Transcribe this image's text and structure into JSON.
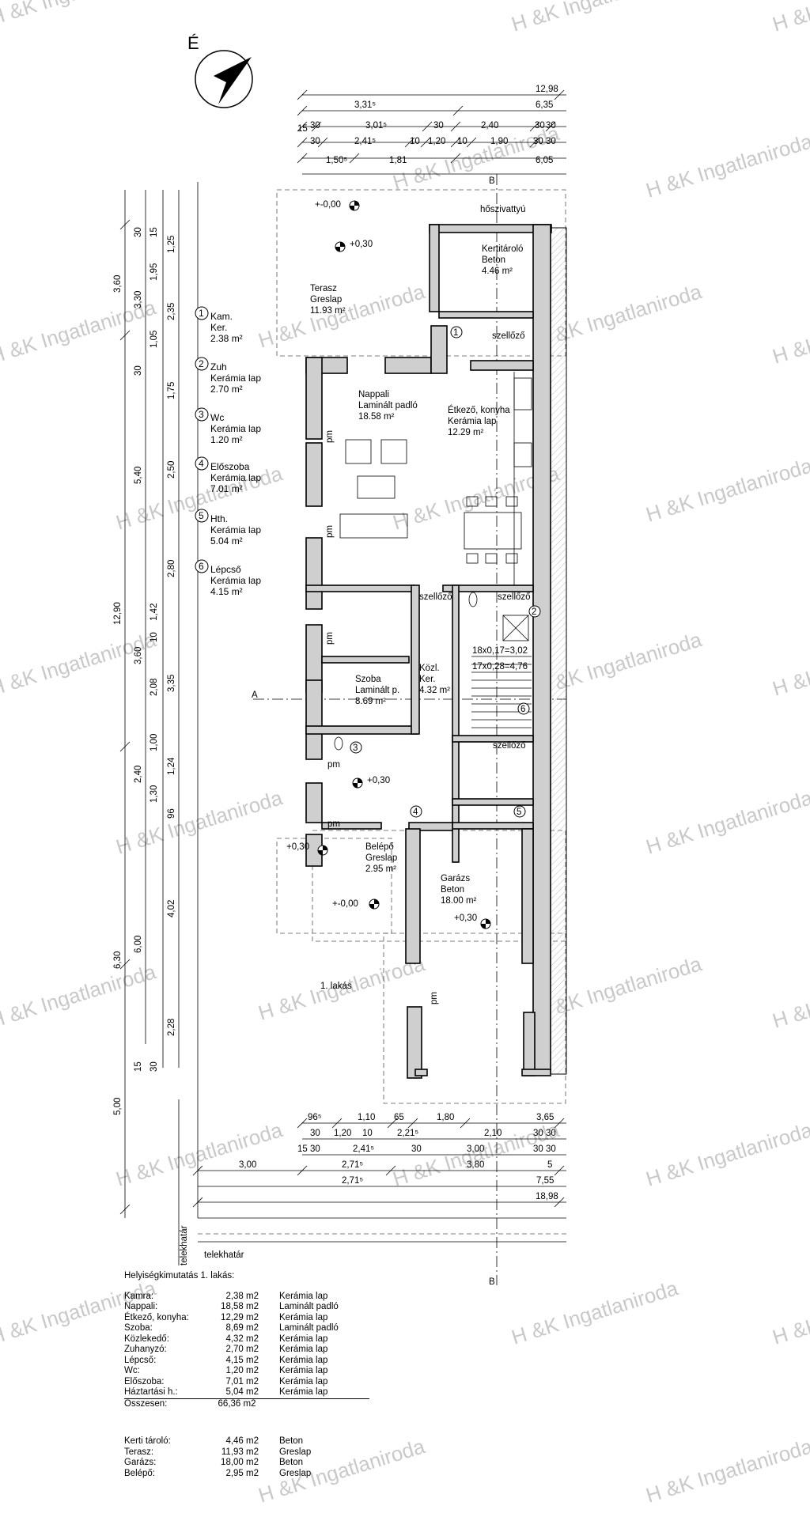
{
  "watermark": "H &K Ingatlaniroda",
  "north_label": "É",
  "colors": {
    "wall_fill": "#cfcfcf",
    "watermark": "#c9c9c9"
  },
  "icons": [
    "north-arrow-icon",
    "level-marker-icon",
    "kitchen-sink-icon",
    "stove-icon",
    "toilet-icon",
    "sofa-icon",
    "armchair-icon",
    "table-icon"
  ],
  "top_dims": {
    "row1": [
      "12,98"
    ],
    "row2": [
      "3,31⁵",
      "6,35"
    ],
    "row3": [
      "15",
      "30",
      "3,01⁵",
      "30",
      "2,40",
      "30",
      "30",
      "30"
    ],
    "row4": [
      "30",
      "2,41⁵",
      "10",
      "1,20",
      "10",
      "1,90",
      "30",
      "30"
    ],
    "row5": [
      "1,50⁵",
      "1,81",
      "6,05"
    ]
  },
  "left_dims": {
    "outer": [
      "3,60",
      "12,90",
      "6,30",
      "5,00"
    ],
    "mid": [
      "3,30",
      "5,40",
      "3,60",
      "2,40",
      "6,00"
    ],
    "inner": [
      "30",
      "15",
      "1,95",
      "2,35",
      "1,75",
      "2,50",
      "2,80",
      "1,42",
      "2,08",
      "3,35",
      "1,00",
      "1,24",
      "96",
      "4,02",
      "2,28",
      "1,25",
      "1,05",
      "30",
      "10",
      "1,30",
      "15",
      "30"
    ]
  },
  "legend": [
    {
      "num": "1",
      "name": "Kam.",
      "name2": "Ker.",
      "area": "2.38 m²"
    },
    {
      "num": "2",
      "name": "Zuh",
      "name2": "Kerámia lap",
      "area": "2.70 m²"
    },
    {
      "num": "3",
      "name": "Wc",
      "name2": "Kerámia lap",
      "area": "1.20 m²"
    },
    {
      "num": "4",
      "name": "Előszoba",
      "name2": "Kerámia lap",
      "area": "7.01 m²"
    },
    {
      "num": "5",
      "name": "Hth.",
      "name2": "Kerámia lap",
      "area": "5.04 m²"
    },
    {
      "num": "6",
      "name": "Lépcső",
      "name2": "Kerámia lap",
      "area": "4.15 m²"
    }
  ],
  "rooms": {
    "terasz": {
      "name": "Terasz",
      "floor": "Greslap",
      "area": "11.93 m²"
    },
    "kerti_tarolo": {
      "name": "Kertitároló",
      "floor": "Beton",
      "area": "4.46 m²"
    },
    "nappali": {
      "name": "Nappali",
      "floor": "Laminált padló",
      "area": "18.58 m²"
    },
    "etkezo": {
      "name": "Étkező, konyha",
      "floor": "Kerámia lap",
      "area": "12.29 m²"
    },
    "szoba": {
      "name": "Szoba",
      "floor": "Laminált p.",
      "area": "8.69 m²"
    },
    "kozl": {
      "name": "Közl.",
      "floor": "Ker.",
      "area": "4.32 m²"
    },
    "belepo": {
      "name": "Belépő",
      "floor": "Greslap",
      "area": "2.95 m²"
    },
    "garazs": {
      "name": "Garázs",
      "floor": "Beton",
      "area": "18.00 m²"
    }
  },
  "labels": {
    "hoszivattyu": "hőszivattyú",
    "szellozo": "szellőző",
    "first_flat": "1. lakás",
    "telekhatar": "telekhatár",
    "section_a": "A",
    "section_b": "B",
    "stairs1": "18x0,17=3,02",
    "stairs2": "17x0,28=4,76",
    "levels": [
      "+-0,00",
      "+0,30",
      "+0,30",
      "+0,30",
      "+0,30",
      "+-0,00"
    ],
    "pm": "pm"
  },
  "bottom_dims": {
    "row1": [
      "96⁵",
      "1,10",
      "65",
      "1,80",
      "3,65"
    ],
    "row2": [
      "30",
      "1,20",
      "10",
      "2,21⁵",
      "2,10",
      "30",
      "30"
    ],
    "row3": [
      "15",
      "30",
      "2,41⁵",
      "30",
      "3,00",
      "30",
      "30"
    ],
    "row4": [
      "3,00",
      "2,71⁵",
      "3,80",
      "5"
    ],
    "row5": [
      "2,71⁵",
      "7,55"
    ],
    "row6": [
      "18,98"
    ]
  },
  "schedule": {
    "title": "Helyiségkimutatás 1. lakás:",
    "rows": [
      [
        "Kamra:",
        "2,38 m2",
        "Kerámia lap"
      ],
      [
        "Nappali:",
        "18,58 m2",
        "Laminált padló"
      ],
      [
        "Étkező, konyha:",
        "12,29 m2",
        "Kerámia lap"
      ],
      [
        "Szoba:",
        "8,69 m2",
        "Laminált padló"
      ],
      [
        "Közlekedő:",
        "4,32 m2",
        "Kerámia lap"
      ],
      [
        "Zuhanyzó:",
        "2,70 m2",
        "Kerámia lap"
      ],
      [
        "Lépcső:",
        "4,15 m2",
        "Kerámia lap"
      ],
      [
        "Wc:",
        "1,20 m2",
        "Kerámia lap"
      ],
      [
        "Előszoba:",
        "7,01 m2",
        "Kerámia lap"
      ],
      [
        "Háztartási h.:",
        "5,04 m2",
        "Kerámia lap"
      ]
    ],
    "total": [
      "Összesen:",
      "66,36 m2"
    ],
    "outdoor": [
      [
        "Kerti tároló:",
        "4,46 m2",
        "Beton"
      ],
      [
        "Terasz:",
        "11,93 m2",
        "Greslap"
      ],
      [
        "Garázs:",
        "18,00 m2",
        "Beton"
      ],
      [
        "Belépő:",
        "2,95 m2",
        "Greslap"
      ]
    ]
  }
}
